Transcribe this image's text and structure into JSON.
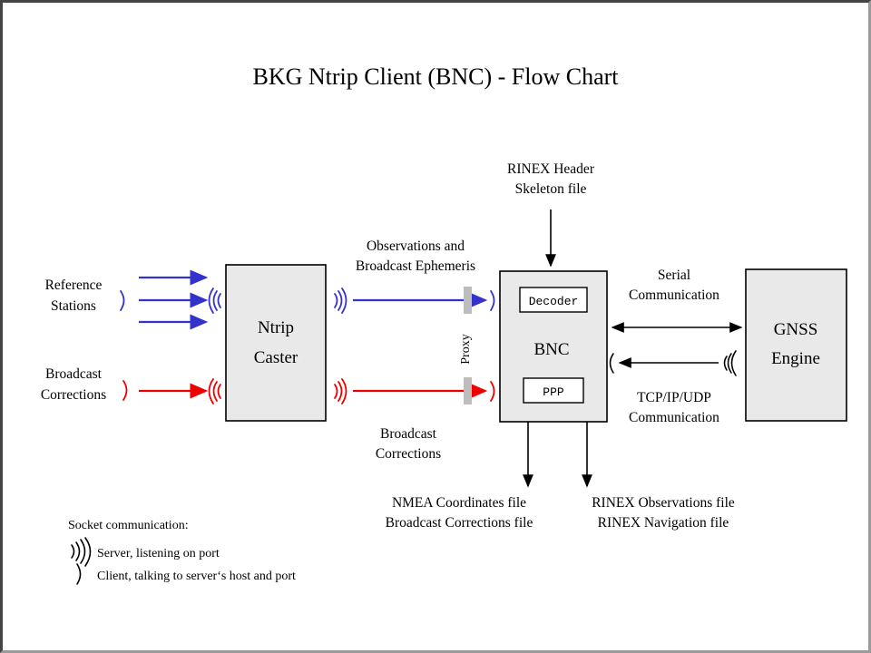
{
  "title": "BKG Ntrip Client (BNC)  -  Flow Chart",
  "colors": {
    "observation_flow": "#3333CC",
    "correction_flow": "#EE0000",
    "control_flow": "#000000",
    "box_fill": "#E9E9E9",
    "proxy_bar": "#BDBDBD",
    "frame_dark": "#444444",
    "frame_light": "#9A9A9A"
  },
  "nodes": {
    "reference_stations": {
      "line1": "Reference",
      "line2": "Stations"
    },
    "broadcast_corrections_source": {
      "line1": "Broadcast",
      "line2": "Corrections"
    },
    "ntrip_caster": {
      "line1": "Ntrip",
      "line2": "Caster"
    },
    "bnc": {
      "title": "BNC",
      "decoder": "Decoder",
      "ppp": "PPP"
    },
    "gnss_engine": {
      "line1": "GNSS",
      "line2": "Engine"
    },
    "proxy": {
      "label": "Proxy"
    }
  },
  "edge_labels": {
    "observations": {
      "line1": "Observations and",
      "line2": "Broadcast Ephemeris"
    },
    "broadcast_corrections": {
      "line1": "Broadcast",
      "line2": "Corrections"
    },
    "rinex_header": {
      "line1": "RINEX Header",
      "line2": "Skeleton file"
    },
    "serial": {
      "line1": "Serial",
      "line2": "Communication"
    },
    "tcpip": {
      "line1": "TCP/IP/UDP",
      "line2": "Communication"
    }
  },
  "outputs": {
    "left": {
      "line1": "NMEA Coordinates file",
      "line2": "Broadcast Corrections file"
    },
    "right": {
      "line1": "RINEX Observations file",
      "line2": "RINEX Navigation file"
    }
  },
  "legend": {
    "heading": "Socket communication:",
    "server": "Server, listening  on port",
    "client": "Client, talking to server‘s  host and port"
  }
}
